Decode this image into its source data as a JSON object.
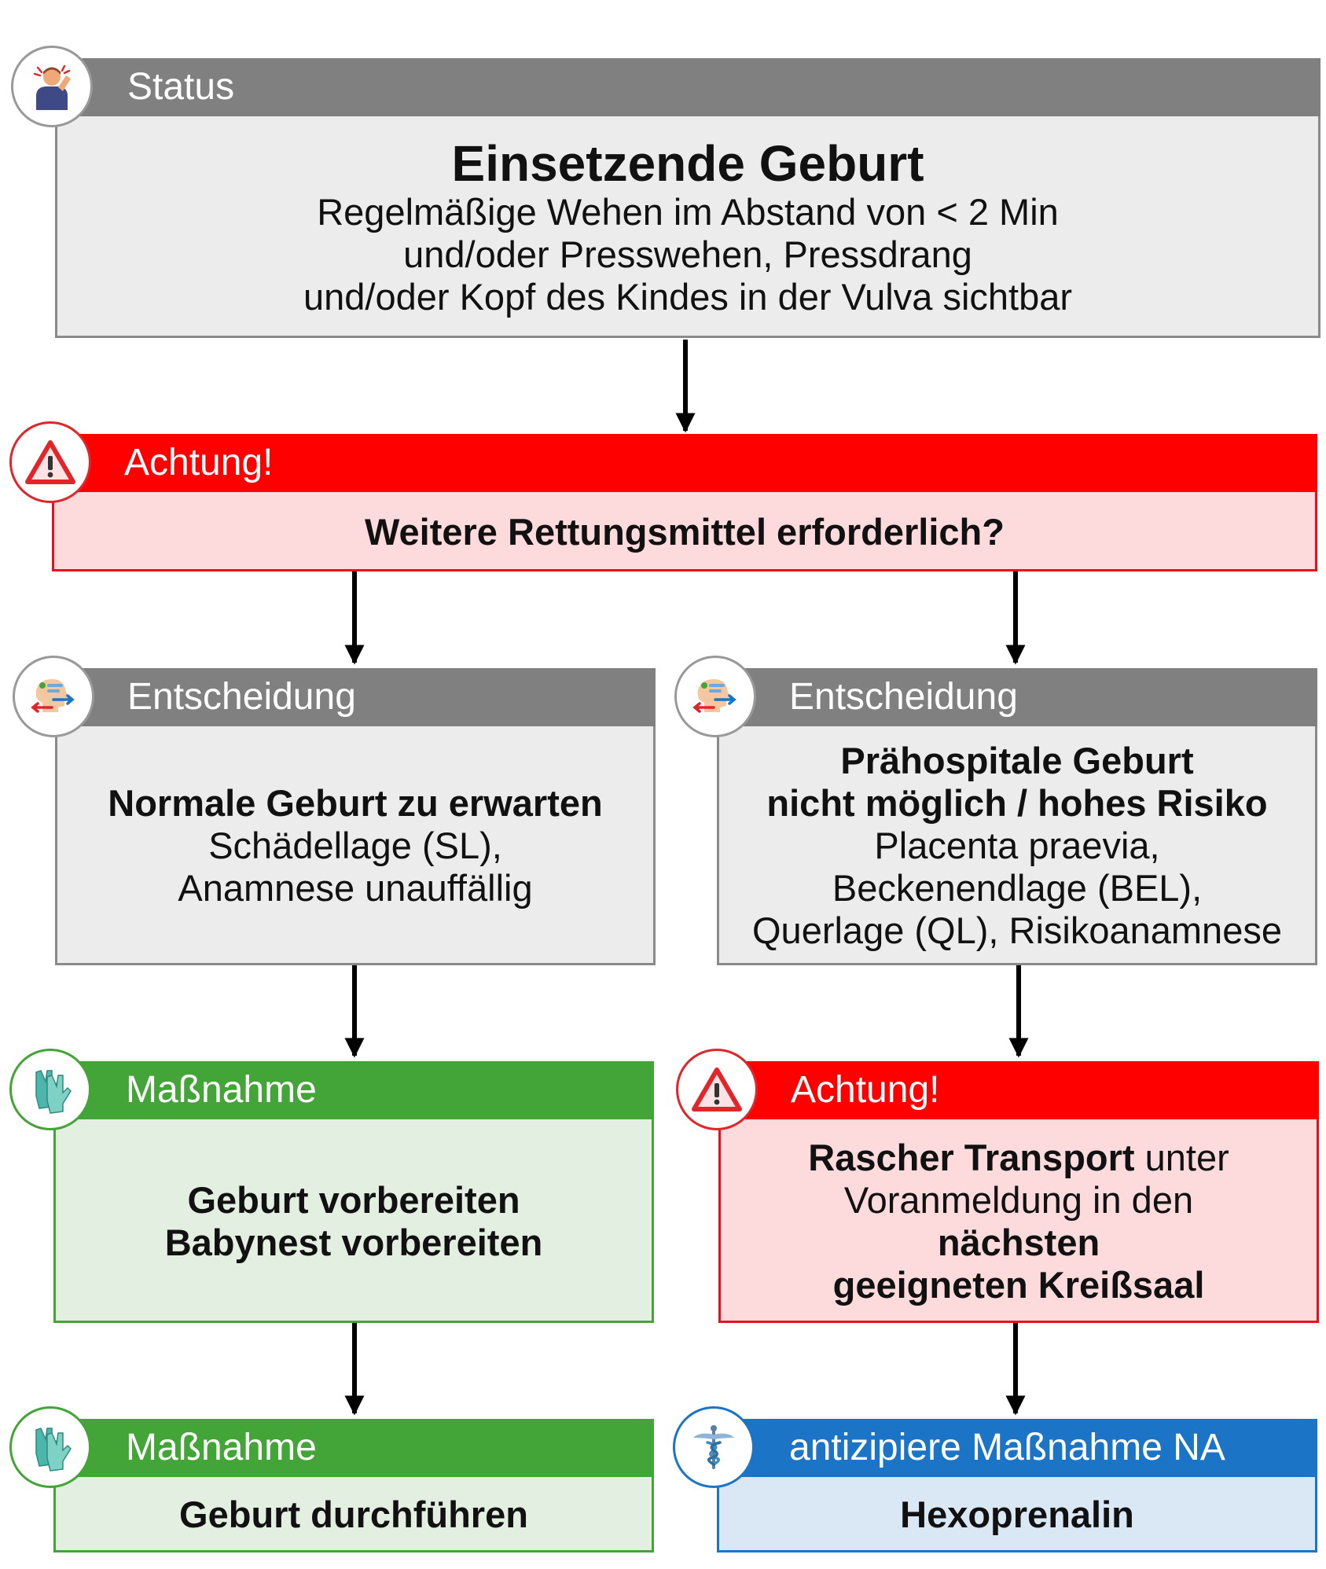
{
  "boxes": {
    "status": {
      "header": "Status",
      "title": "Einsetzende Geburt",
      "lines": [
        "Regelmäßige Wehen im Abstand von < 2 Min",
        "und/oder Presswehen, Pressdrang",
        "und/oder Kopf des Kindes in der Vulva sichtbar"
      ]
    },
    "warning_top": {
      "header": "Achtung!",
      "text": "Weitere Rettungsmittel erforderlich?"
    },
    "decision_left": {
      "header": "Entscheidung",
      "title": "Normale Geburt zu erwarten",
      "lines": [
        "Schädellage (SL),",
        "Anamnese unauffällig"
      ]
    },
    "decision_right": {
      "header": "Entscheidung",
      "title_lines": [
        "Prähospitale Geburt",
        "nicht möglich / hohes Risiko"
      ],
      "lines": [
        "Placenta praevia,",
        "Beckenendlage (BEL),",
        "Querlage (QL), Risikoanamnese"
      ]
    },
    "measure_left_1": {
      "header": "Maßnahme",
      "lines": [
        "Geburt vorbereiten",
        "Babynest vorbereiten"
      ]
    },
    "warning_right": {
      "header": "Achtung!",
      "line1_bold": "Rascher Transport",
      "line1_rest": " unter",
      "line2": "Voranmeldung in den",
      "line3": "nächsten",
      "line4": "geeigneten Kreißsaal"
    },
    "measure_left_2": {
      "header": "Maßnahme",
      "text": "Geburt durchführen"
    },
    "anticipate_right": {
      "header": "antizipiere Maßnahme NA",
      "text": "Hexoprenalin"
    }
  },
  "icons": {
    "status": "person-headache-icon",
    "warning": "warning-triangle-icon",
    "decision": "decision-head-icon",
    "measure": "gloves-icon",
    "physician": "caduceus-icon"
  },
  "colors": {
    "gray_header": "#808080",
    "gray_body": "#ececec",
    "red_header": "#ff0000",
    "red_body": "#fddadb",
    "green_header": "#43a537",
    "green_body": "#e3efe0",
    "blue_header": "#1b74c6",
    "blue_body": "#dae7f4"
  }
}
